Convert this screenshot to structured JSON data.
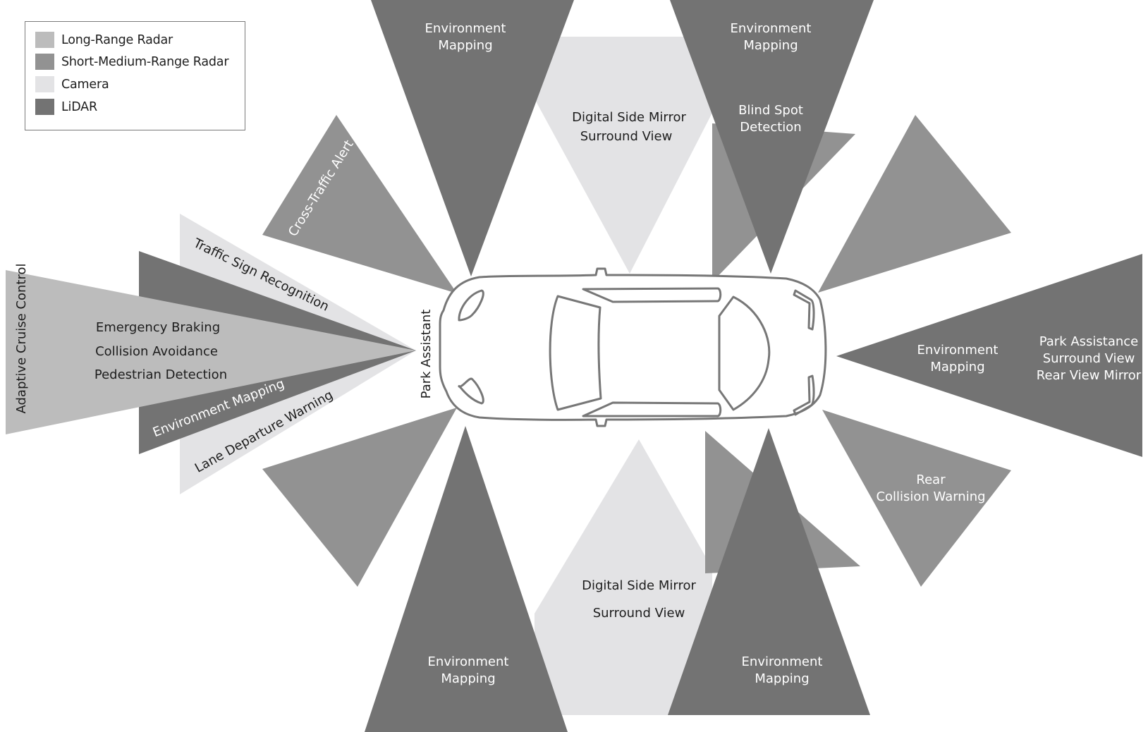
{
  "legend": {
    "items": [
      {
        "label": "Long-Range Radar",
        "sensor": "long_range_radar"
      },
      {
        "label": "Short-Medium-Range Radar",
        "sensor": "short_medium_radar"
      },
      {
        "label": "Camera",
        "sensor": "camera"
      },
      {
        "label": "LiDAR",
        "sensor": "lidar"
      }
    ]
  },
  "colors": {
    "long_range_radar": "#bcbcbc",
    "short_medium_radar": "#929292",
    "camera": "#e3e3e5",
    "lidar": "#737373",
    "car_outline": "#777777",
    "text_dark": "#1d1d1d",
    "text_light": "#ffffff"
  },
  "zones": [
    {
      "id": "front-camera",
      "sensor": "camera",
      "position": "front"
    },
    {
      "id": "front-lidar",
      "sensor": "lidar",
      "position": "front"
    },
    {
      "id": "front-long-radar",
      "sensor": "long_range_radar",
      "position": "front"
    },
    {
      "id": "front-left-corner-radar",
      "sensor": "short_medium_radar",
      "position": "front-left"
    },
    {
      "id": "front-right-corner-radar",
      "sensor": "short_medium_radar",
      "position": "front-right"
    },
    {
      "id": "left-side-camera",
      "sensor": "camera",
      "position": "left"
    },
    {
      "id": "right-side-camera",
      "sensor": "camera",
      "position": "right"
    },
    {
      "id": "left-rear-side-radar",
      "sensor": "short_medium_radar",
      "position": "left-rear"
    },
    {
      "id": "right-rear-side-radar",
      "sensor": "short_medium_radar",
      "position": "right-rear"
    },
    {
      "id": "left-front-lidar",
      "sensor": "lidar",
      "position": "left-front"
    },
    {
      "id": "left-rear-lidar",
      "sensor": "lidar",
      "position": "left-rear"
    },
    {
      "id": "right-front-lidar",
      "sensor": "lidar",
      "position": "right-front"
    },
    {
      "id": "right-rear-lidar",
      "sensor": "lidar",
      "position": "right-rear"
    },
    {
      "id": "rear-left-corner-radar",
      "sensor": "short_medium_radar",
      "position": "rear-left"
    },
    {
      "id": "rear-right-corner-radar",
      "sensor": "short_medium_radar",
      "position": "rear-right"
    },
    {
      "id": "rear-lidar",
      "sensor": "lidar",
      "position": "rear"
    }
  ],
  "labels": {
    "adaptive_cruise_control": "Adaptive Cruise Control",
    "emergency_braking": "Emergency Braking",
    "collision_avoidance": "Collision Avoidance",
    "pedestrian_detection": "Pedestrian Detection",
    "traffic_sign_recognition": "Traffic Sign Recognition",
    "environment_mapping_front": "Environment Mapping",
    "lane_departure_warning": "Lane Departure Warning",
    "park_assistant": "Park Assistant",
    "cross_traffic_alert": "Cross-Traffic Alert",
    "top_left_env_1": "Environment",
    "top_left_env_2": "Mapping",
    "top_right_env_1": "Environment",
    "top_right_env_2": "Mapping",
    "blind_spot_1": "Blind Spot",
    "blind_spot_2": "Detection",
    "top_camera_1": "Digital Side Mirror",
    "top_camera_2": "Surround View",
    "bottom_camera_1": "Digital Side Mirror",
    "bottom_camera_2": "Surround View",
    "bottom_left_env_1": "Environment",
    "bottom_left_env_2": "Mapping",
    "bottom_right_env_1": "Environment",
    "bottom_right_env_2": "Mapping",
    "rear_env_1": "Environment",
    "rear_env_2": "Mapping",
    "rear_park_1": "Park Assistance",
    "rear_park_2": "Surround View",
    "rear_park_3": "Rear View Mirror",
    "rear_collision_1": "Rear",
    "rear_collision_2": "Collision Warning"
  }
}
